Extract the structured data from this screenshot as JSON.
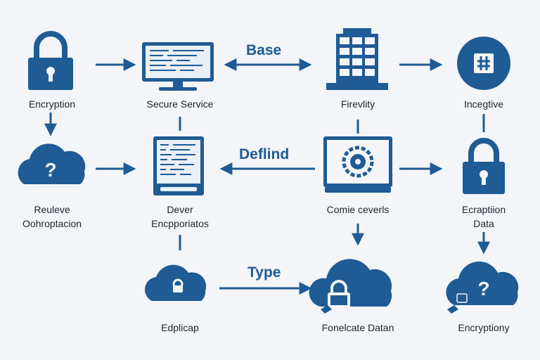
{
  "colors": {
    "primary": "#1f5b94",
    "background": "#f3f5f8",
    "text": "#1d2430"
  },
  "nodes": {
    "encryption": {
      "label": "Encryption",
      "icon": "padlock-icon"
    },
    "secure_service": {
      "label": "Secure Service",
      "icon": "monitor-icon"
    },
    "firewall": {
      "label": "Firevlity",
      "icon": "building-icon"
    },
    "incentive": {
      "label": "Incegtive",
      "icon": "circle-badge-icon"
    },
    "retrieve": {
      "label_line1": "Reuleve",
      "label_line2": "Oohroptacion",
      "icon": "cloud-question-icon"
    },
    "device": {
      "label_line1": "Dever",
      "label_line2": "Encpporiatos",
      "icon": "server-icon"
    },
    "cookie_servers": {
      "label": "Comie ceverls",
      "icon": "monitor-gear-icon"
    },
    "encryption_data": {
      "label_line1": "Ecraptiion",
      "label_line2": "Data",
      "icon": "padlock-icon"
    },
    "replicate": {
      "label": "Edplicap",
      "icon": "cloud-lock-icon"
    },
    "forecast_data": {
      "label": "Fonelcate Datan",
      "icon": "cloud-lock-icon"
    },
    "encryptiony": {
      "label": "Encryptiony",
      "icon": "cloud-question-icon"
    }
  },
  "edges": {
    "base": "Base",
    "defined": "Deflind",
    "type": "Type"
  }
}
